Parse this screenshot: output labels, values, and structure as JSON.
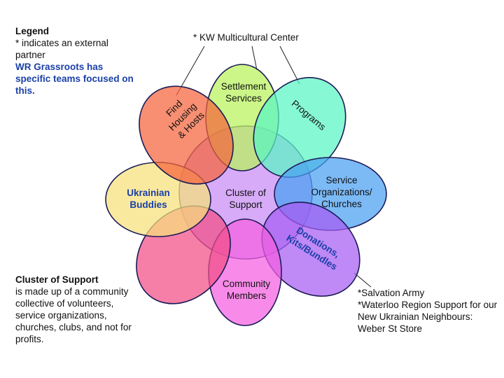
{
  "legend": {
    "title": "Legend",
    "external": "* indicates an external partner",
    "teams": "WR Grassroots has specific teams focused on this."
  },
  "cluster_note": {
    "title": "Cluster of Support",
    "body": "is made up of a community collective of volunteers, service organizations, churches, clubs, and not for profits."
  },
  "kw_note": "* KW Multicultural Center",
  "partner_notes": [
    "*Salvation Army",
    "*Waterloo Region Support for our New Ukrainian Neighbours: Weber St Store"
  ],
  "center": {
    "lines": [
      "Cluster of",
      "Support"
    ],
    "color": "#c98ff5"
  },
  "petals": [
    {
      "id": "settlement",
      "lines": [
        "Settlement",
        "Services"
      ],
      "color": "#b8f25a",
      "team": false
    },
    {
      "id": "programs",
      "lines": [
        "Programs"
      ],
      "color": "#59f5c4",
      "team": false
    },
    {
      "id": "service-orgs",
      "lines": [
        "Service",
        "Organizations/",
        "Churches"
      ],
      "color": "#4a9ff2",
      "team": false
    },
    {
      "id": "donations",
      "lines": [
        "Donations,",
        "Kits/Bundles"
      ],
      "color": "#a65cf2",
      "team": true
    },
    {
      "id": "community",
      "lines": [
        "Community",
        "Members"
      ],
      "color": "#f55ee0",
      "team": false
    },
    {
      "id": "unlabeled",
      "lines": [],
      "color": "#f24e86",
      "team": false
    },
    {
      "id": "buddies",
      "lines": [
        "Ukrainian",
        "Buddies"
      ],
      "color": "#f7e07a",
      "team": true
    },
    {
      "id": "housing",
      "lines": [
        "Find",
        "Housing",
        "& Hosts"
      ],
      "color": "#f5643c",
      "team": false
    }
  ]
}
